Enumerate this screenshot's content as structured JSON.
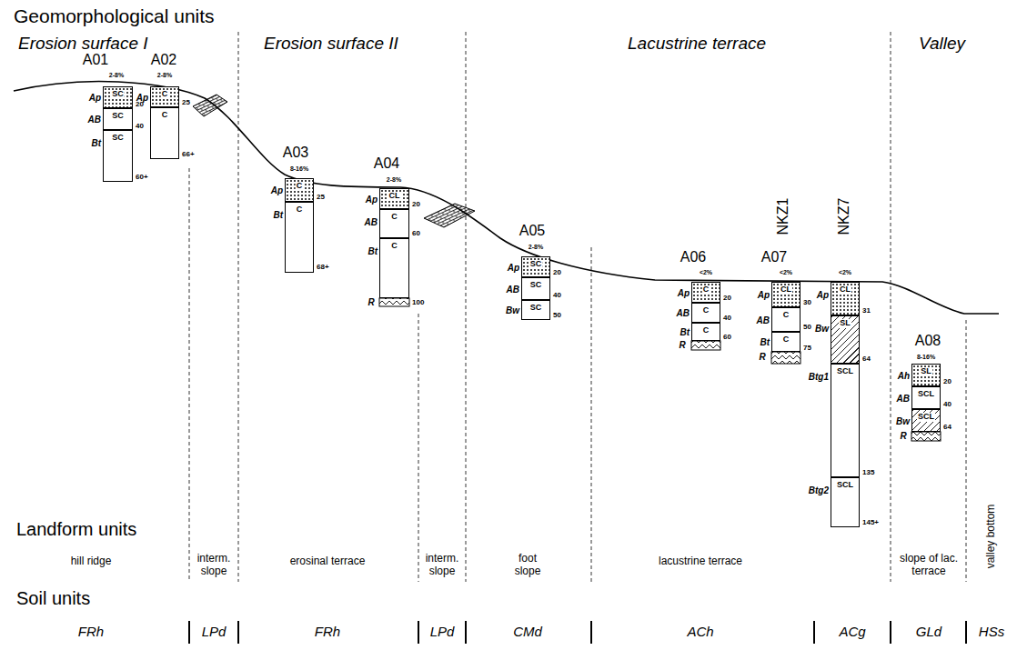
{
  "diagram": {
    "title": "Geomorphological units",
    "nodes": [
      {
        "text": [
          "Ap",
          "SC"
        ]
      },
      {
        "text": [
          "AB",
          "SC"
        ]
      },
      {
        "text": [
          "Bt",
          "SC"
        ]
      },
      {
        "text": [
          "Ap",
          "C"
        ]
      },
      {
        "text": [
          "C"
        ]
      },
      {
        "text": [
          "Ap",
          "C"
        ]
      },
      {
        "text": [
          "Bt",
          "C"
        ]
      },
      {
        "text": [
          "Ap",
          "CL"
        ]
      },
      {
        "text": [
          "AB",
          "C"
        ]
      },
      {
        "text": [
          "Bt",
          "C"
        ]
      },
      {
        "text": [
          "Ap",
          "SC"
        ]
      },
      {
        "text": [
          "AB",
          "SC"
        ]
      },
      {
        "text": [
          "Bw",
          "SC"
        ]
      },
      {
        "text": [
          "Ap",
          "C"
        ]
      },
      {
        "text": [
          "AB",
          "C"
        ]
      },
      {
        "text": [
          "Bt",
          "C"
        ]
      },
      {
        "text": [
          "Ap",
          "CL"
        ]
      },
      {
        "text": [
          "AB",
          "C"
        ]
      },
      {
        "text": [
          "Bt",
          "C"
        ]
      },
      {
        "text": [
          "Ap",
          "CL"
        ]
      },
      {
        "text": [
          "Bw",
          "SL"
        ]
      },
      {
        "text": [
          "Btg1",
          "SCL"
        ]
      },
      {
        "text": [
          "Btg2",
          "SCL"
        ]
      },
      {
        "text": [
          "Ah",
          "SL"
        ]
      },
      {
        "text": [
          "AB",
          "SCL"
        ]
      },
      {
        "text": [
          "Bw",
          "SCL"
        ]
      }
    ],
    "labels": [
      "Erosion surface I",
      "Erosion surface II",
      "Lacustrine terrace",
      "Valley",
      "A01",
      "2-8%",
      "A02",
      "2-8%",
      "A03",
      "8-16%",
      "A04",
      "2-8%",
      "A05",
      "2-8%",
      "A06",
      "<2%",
      "NKZ1",
      "A07",
      "<2%",
      "NKZ7",
      "<2%",
      "A08",
      "8-16%",
      "20",
      "40",
      "60+",
      "25",
      "66+",
      "25",
      "68+",
      "20",
      "60",
      "100",
      "20",
      "40",
      "50",
      "20",
      "40",
      "60",
      "30",
      "50",
      "75",
      "31",
      "64",
      "135",
      "145+",
      "20",
      "40",
      "64",
      "R",
      "R",
      "R",
      "R",
      "Landform units",
      "hill ridge",
      "interm. slope",
      "erosinal terrace",
      "interm. slope",
      "foot slope",
      "lacustrine terrace",
      "slope of lac. terrace",
      "valley bottom",
      "Soil units",
      "FRh",
      "LPd",
      "FRh",
      "LPd",
      "CMd",
      "ACh",
      "ACg",
      "GLd",
      "HSs"
    ]
  }
}
